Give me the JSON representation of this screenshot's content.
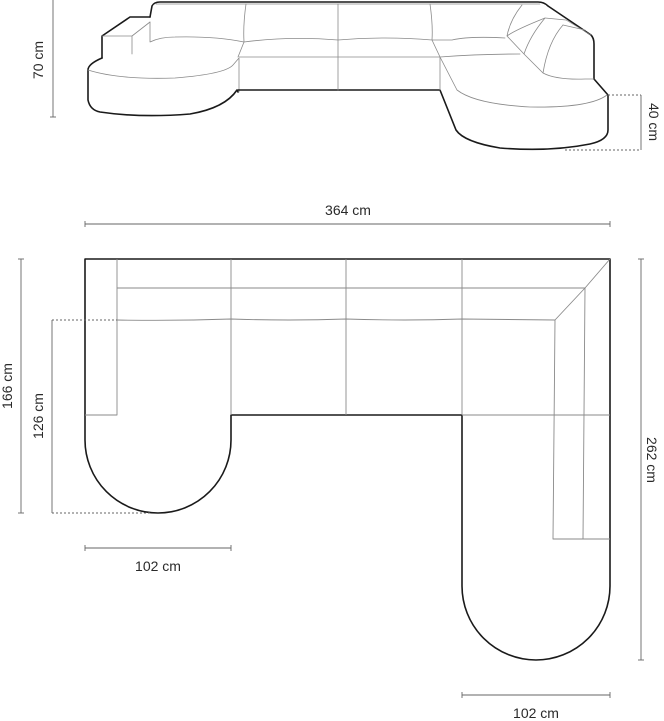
{
  "diagram": {
    "subject": "U-shaped modular sofa with two rounded chaise ends",
    "views": [
      "side elevation",
      "top plan"
    ],
    "colors": {
      "outline": "#1a1a1a",
      "detail": "#8a8a8a",
      "dimension": "#555555",
      "background": "#ffffff"
    }
  },
  "dimensions": {
    "total_height": "70 cm",
    "seat_height": "40 cm",
    "total_width": "364 cm",
    "left_depth": "166 cm",
    "left_chaise_depth": "126 cm",
    "left_chaise_width": "102 cm",
    "right_depth": "262 cm",
    "right_chaise_width": "102 cm"
  }
}
